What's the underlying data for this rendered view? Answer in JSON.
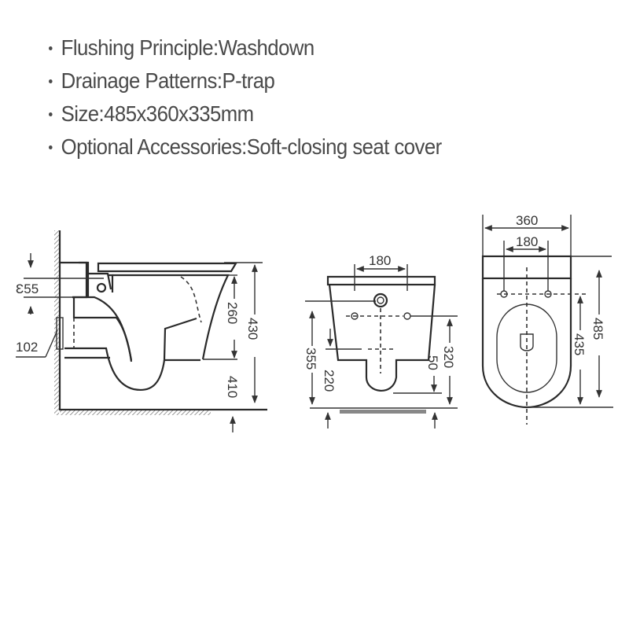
{
  "specs": [
    {
      "label": "Flushing Principle",
      "value": "Washdown",
      "text": "Flushing Principle:Washdown"
    },
    {
      "label": "Drainage Patterns",
      "value": "P-trap",
      "text": "Drainage Patterns:P-trap"
    },
    {
      "label": "Size",
      "value": "485x360x335mm",
      "text": "Size:485x360x335mm"
    },
    {
      "label": "Optional Accessories",
      "value": "Soft-closing seat cover",
      "text": "Optional Accessories:Soft-closing seat cover"
    }
  ],
  "side_view": {
    "dims": {
      "inlet_diameter": "Ɛ55",
      "outlet": "102",
      "bowl_height": "260",
      "total_height": "430",
      "floor_clearance": "410"
    }
  },
  "rear_view": {
    "dims": {
      "bolt_spacing": "180",
      "bolt_height": "355",
      "outlet_height": "220",
      "drain_offset": "50",
      "mount_height": "320"
    }
  },
  "top_view": {
    "dims": {
      "width": "360",
      "bolt_spacing": "180",
      "length": "485",
      "bolt_to_front": "435"
    }
  }
}
